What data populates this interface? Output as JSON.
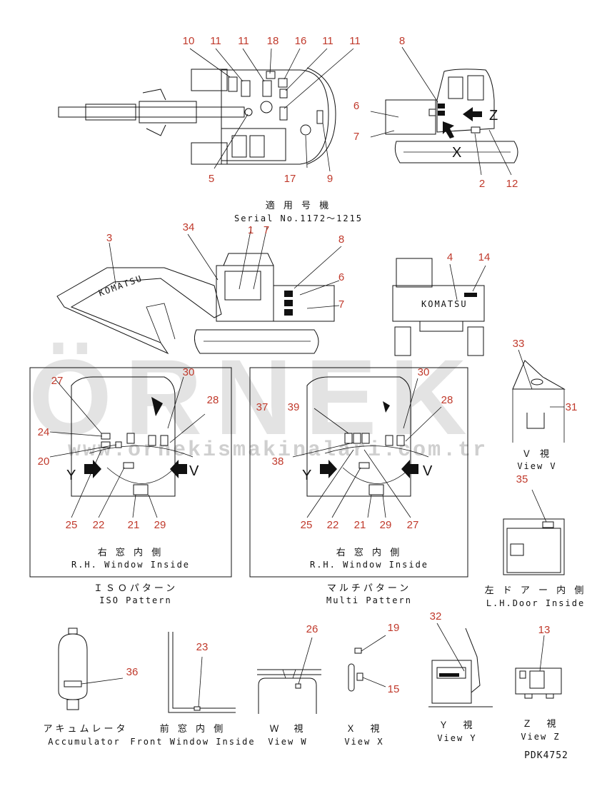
{
  "watermark": {
    "brand": "ÖRNEK",
    "site": "www.ornekismakinalari.com.tr",
    "dot_color": "#f6d67a"
  },
  "serial": {
    "label_jp": "適 用 号 機",
    "label_en": "Serial No.1172～1215"
  },
  "captions": {
    "iso_jp": "ＩＳＯパターン",
    "iso_en": "ISO Pattern",
    "multi_jp": "マルチパターン",
    "multi_en": "Multi Pattern",
    "rh_jp": "右 窓 内 側",
    "rh_en": "R.H. Window Inside",
    "lh_jp": "左 ド ア ー 内 側",
    "lh_en": "L.H.Door Inside",
    "view_v_jp": "Ｖ 視",
    "view_v_en": "View V",
    "acc_jp": "アキュムレータ",
    "acc_en": "Accumulator",
    "front_jp": "前 窓 内 側",
    "front_en": "Front Window Inside",
    "view_w_jp": "Ｗ　視",
    "view_w_en": "View W",
    "view_x_jp": "Ｘ　視",
    "view_x_en": "View X",
    "view_y_jp": "Ｙ　視",
    "view_y_en": "View Y",
    "view_z_jp": "Ｚ　視",
    "view_z_en": "View Z"
  },
  "view_letters": {
    "z": "Z",
    "x": "X",
    "y": "Y",
    "v": "V"
  },
  "brand_on_machine": "KOMATSU",
  "part_code": "PDK4752",
  "callout_color": "#c0392b",
  "callouts": {
    "top_view": [
      "10",
      "11",
      "11",
      "18",
      "16",
      "11",
      "11",
      "5",
      "17",
      "9"
    ],
    "right_view": [
      "8",
      "6",
      "7",
      "2",
      "12"
    ],
    "side_view": [
      "3",
      "34",
      "1",
      "7",
      "8",
      "6",
      "7"
    ],
    "rear_view": [
      "4",
      "14"
    ],
    "iso_panel": [
      "27",
      "30",
      "28",
      "24",
      "20",
      "25",
      "22",
      "21",
      "29"
    ],
    "multi_panel": [
      "30",
      "37",
      "39",
      "28",
      "38",
      "25",
      "22",
      "21",
      "29",
      "27"
    ],
    "view_v": [
      "33",
      "31"
    ],
    "door": [
      "35"
    ],
    "bottom": [
      "36",
      "23",
      "26",
      "19",
      "15",
      "32",
      "13"
    ]
  }
}
